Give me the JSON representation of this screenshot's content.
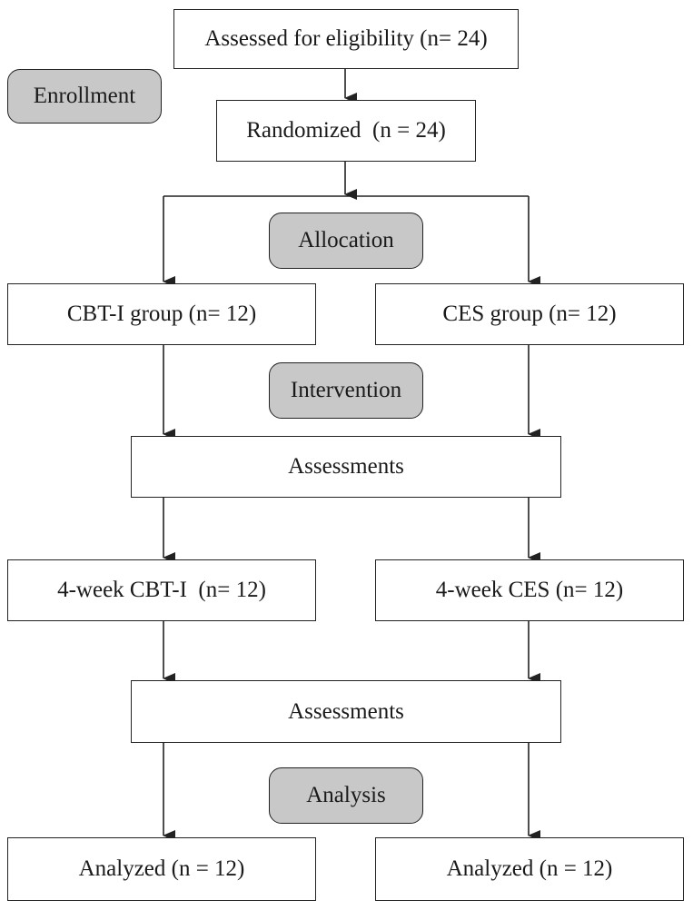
{
  "colors": {
    "stage_fill": "#c8c8c8",
    "line": "#222222",
    "box_fill": "#ffffff"
  },
  "stages": {
    "enrollment": "Enrollment",
    "allocation": "Allocation",
    "intervention": "Intervention",
    "analysis": "Analysis"
  },
  "boxes": {
    "assessed": "Assessed for eligibility (n= 24)",
    "randomized": "Randomized  (n = 24)",
    "cbti_group": "CBT-I group (n= 12)",
    "ces_group": "CES group (n= 12)",
    "assessments_1": "Assessments",
    "cbti_4week": "4-week CBT-I  (n= 12)",
    "ces_4week": "4-week CES (n= 12)",
    "assessments_2": "Assessments",
    "analyzed_left": "Analyzed (n = 12)",
    "analyzed_right": "Analyzed (n = 12)"
  }
}
